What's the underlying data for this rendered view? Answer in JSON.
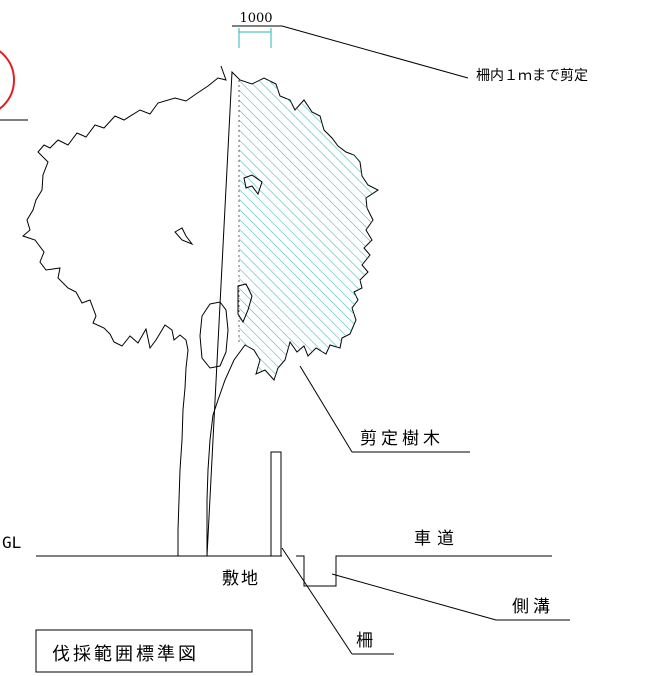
{
  "diagram": {
    "dimension_label": "1000",
    "prune_note": "柵内１ｍまで剪定",
    "tree_label": "剪定樹木",
    "ground_label": "GL",
    "road_label": "車道",
    "site_label": "敷地",
    "gutter_label": "側溝",
    "fence_label": "柵",
    "legend_title": "伐採範囲標準図"
  },
  "colors": {
    "line": "#000000",
    "hatch": "#2bb5b5",
    "dimension": "#2bb5b5",
    "mark_circle": "#e02020"
  }
}
